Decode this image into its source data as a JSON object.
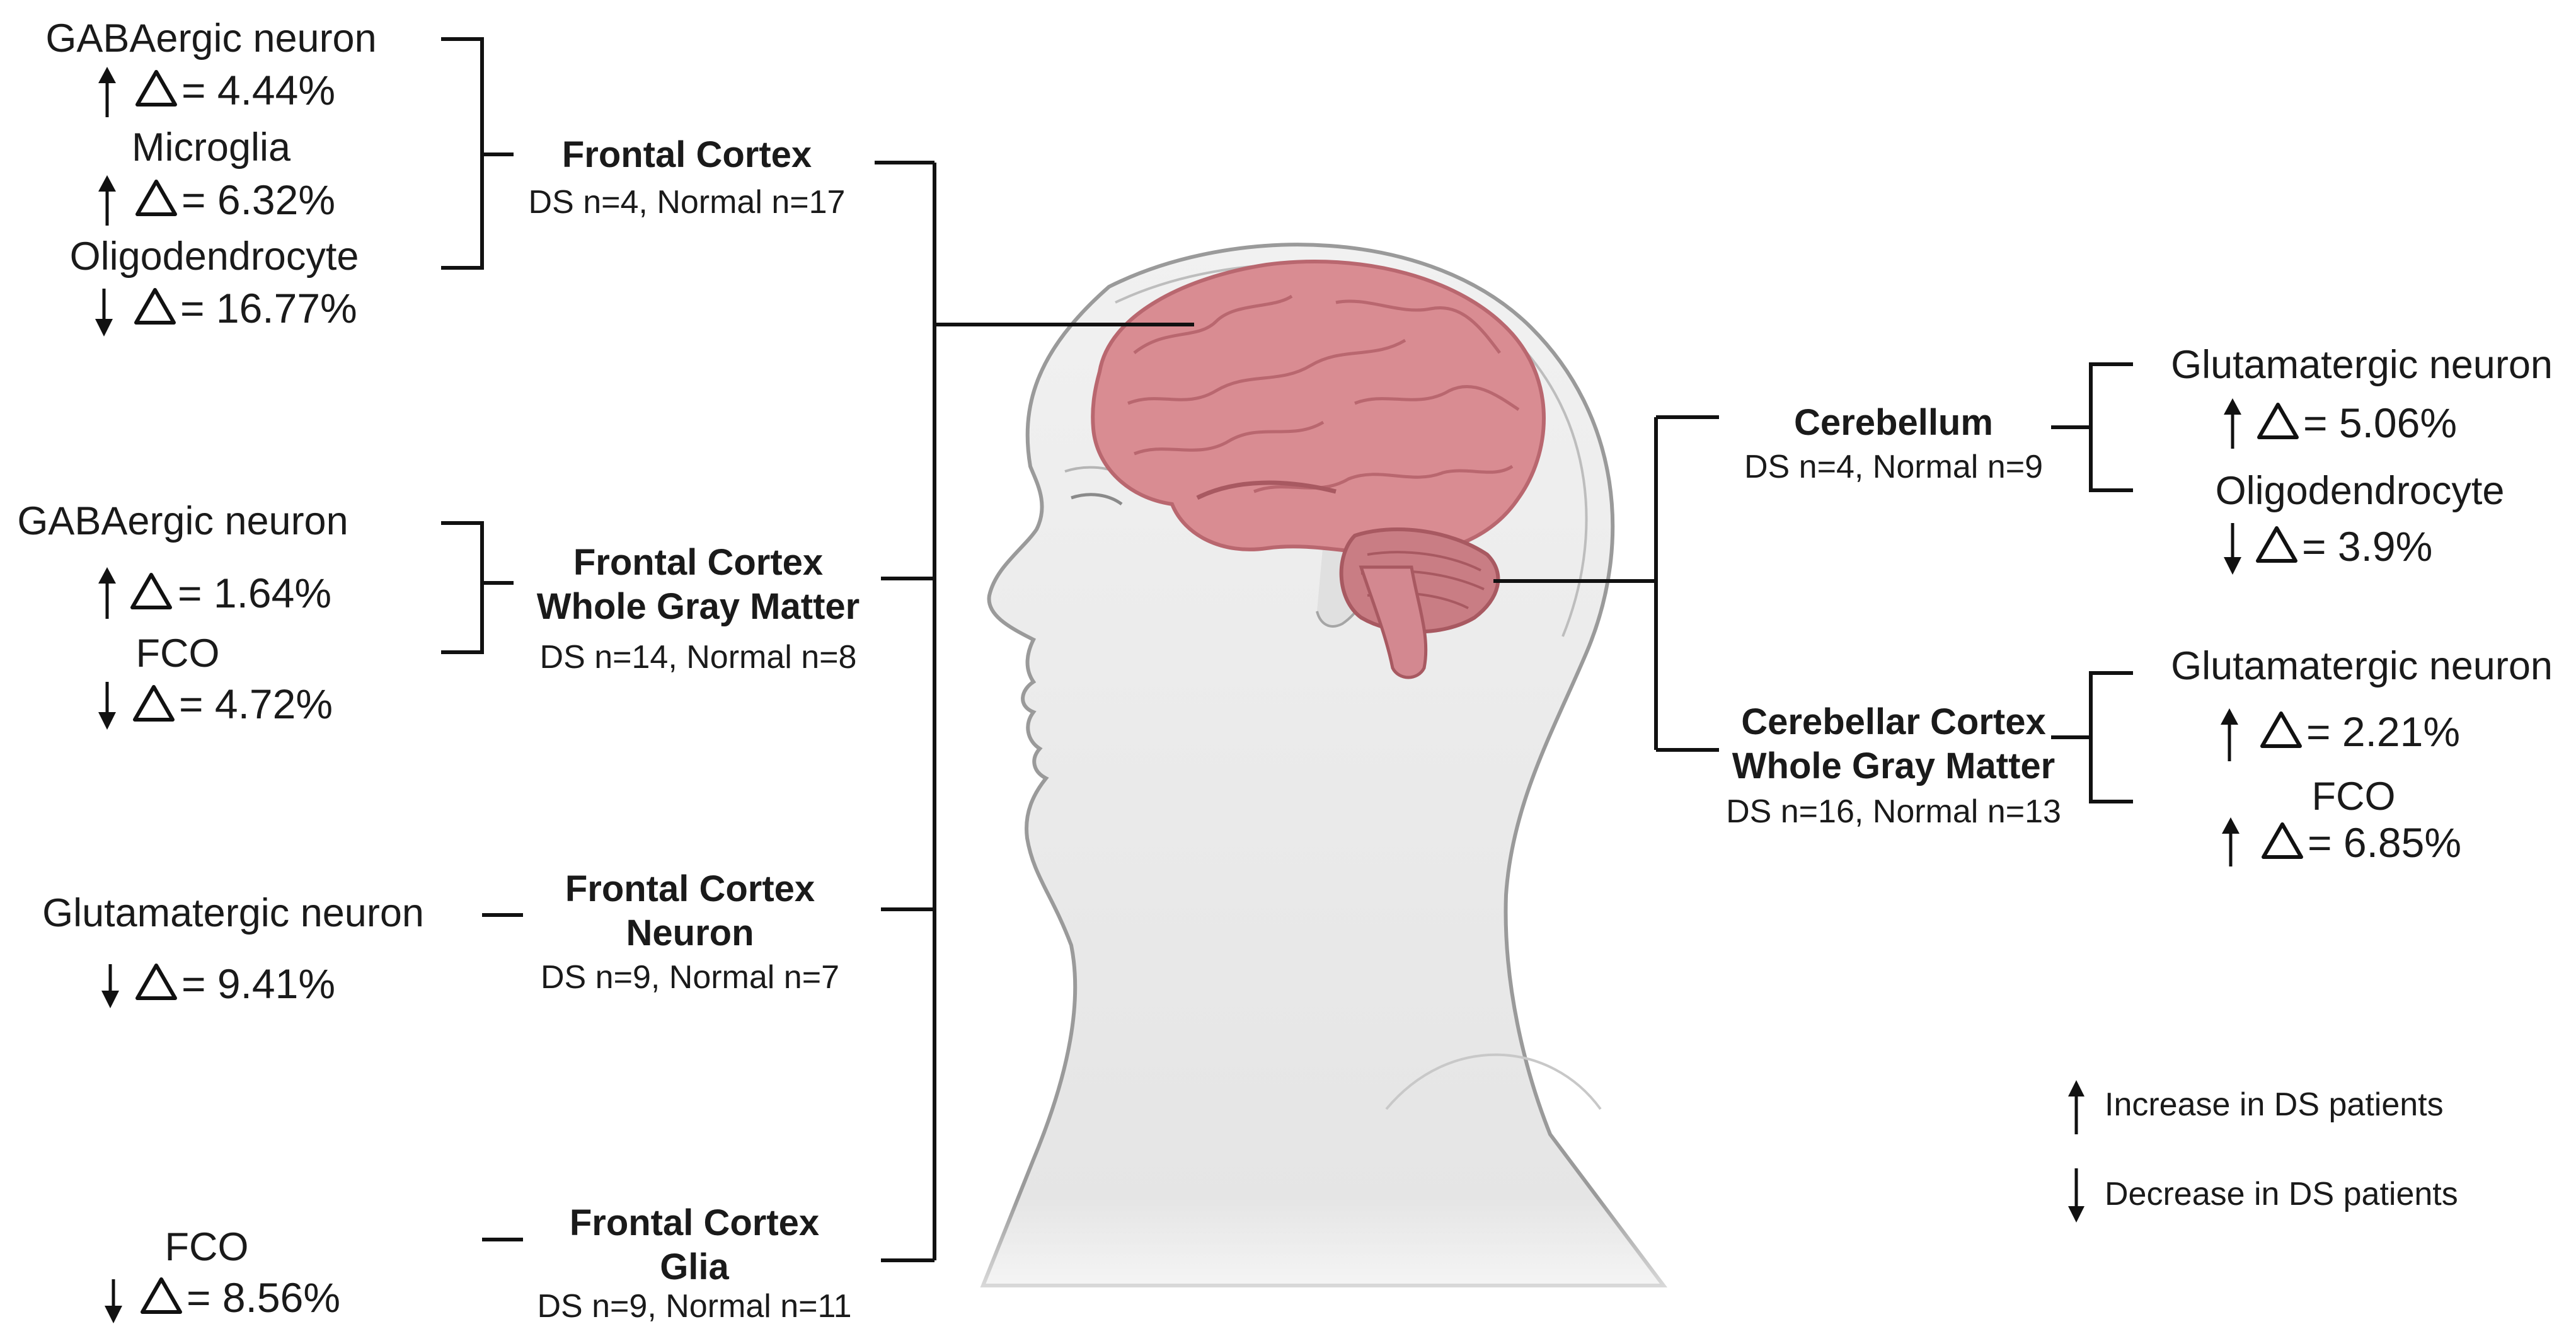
{
  "groups": {
    "fc": {
      "region": [
        "Frontal Cortex"
      ],
      "counts": "DS n=4, Normal n=17",
      "cells": [
        {
          "name": "GABAergic neuron",
          "dir": "up",
          "value": "= 4.44%"
        },
        {
          "name": "Microglia",
          "dir": "up",
          "value": "= 6.32%"
        },
        {
          "name": "Oligodendrocyte",
          "dir": "down",
          "value": "= 16.77%"
        }
      ]
    },
    "fcgm": {
      "region": [
        "Frontal Cortex",
        "Whole Gray Matter"
      ],
      "counts": "DS n=14, Normal n=8",
      "cells": [
        {
          "name": "GABAergic neuron",
          "dir": "up",
          "value": "= 1.64%"
        },
        {
          "name": "FCO",
          "dir": "down",
          "value": "= 4.72%"
        }
      ]
    },
    "fcn": {
      "region": [
        "Frontal Cortex",
        "Neuron"
      ],
      "counts": "DS n=9, Normal n=7",
      "cells": [
        {
          "name": "Glutamatergic neuron",
          "dir": "down",
          "value": "= 9.41%"
        }
      ]
    },
    "fcg": {
      "region": [
        "Frontal Cortex",
        "Glia"
      ],
      "counts": "DS n=9, Normal n=11",
      "cells": [
        {
          "name": "FCO",
          "dir": "down",
          "value": "= 8.56%"
        }
      ]
    },
    "cb": {
      "region": [
        "Cerebellum"
      ],
      "counts": "DS n=4, Normal n=9",
      "cells": [
        {
          "name": "Glutamatergic neuron",
          "dir": "up",
          "value": "= 5.06%"
        },
        {
          "name": "Oligodendrocyte",
          "dir": "down",
          "value": "= 3.9%"
        }
      ]
    },
    "cbgm": {
      "region": [
        "Cerebellar Cortex",
        "Whole Gray Matter"
      ],
      "counts": "DS n=16, Normal n=13",
      "cells": [
        {
          "name": "Glutamatergic neuron",
          "dir": "up",
          "value": "= 2.21%"
        },
        {
          "name": "FCO",
          "dir": "up",
          "value": "= 6.85%"
        }
      ]
    }
  },
  "legend": {
    "increase": "Increase in DS patients",
    "decrease": "Decrease in DS patients"
  },
  "colors": {
    "line": "#111111",
    "text": "#1a1a1a",
    "brain": "#d98c92",
    "cerebellum": "#c97d84",
    "head": "#ececec",
    "head_outline": "#9a9a9a"
  },
  "icons": {
    "up": "arrow-up-icon",
    "down": "arrow-down-icon",
    "delta": "delta-triangle-icon"
  }
}
